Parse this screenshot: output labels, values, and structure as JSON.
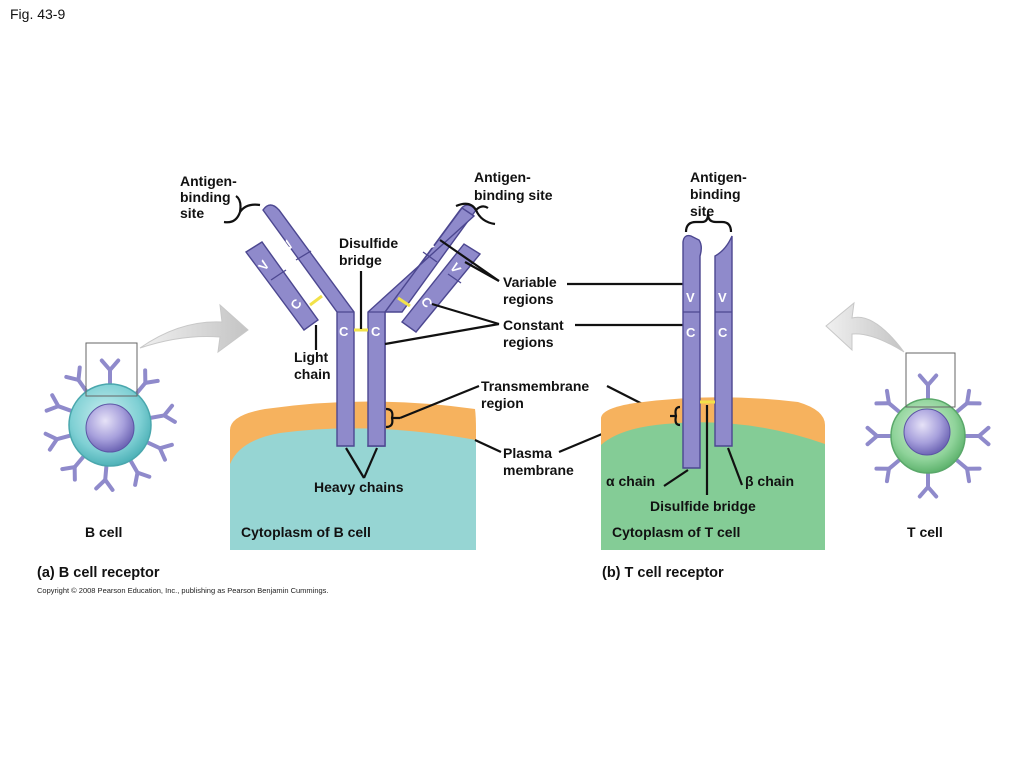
{
  "figure_label": "Fig. 43-9",
  "copyright": "Copyright © 2008 Pearson Education, Inc., publishing as Pearson Benjamin Cummings.",
  "colors": {
    "chain": "#8f8acb",
    "chain_outline": "#4c4790",
    "membrane": "#f6b25e",
    "b_cytoplasm": "#96d5d3",
    "t_cytoplasm": "#84cc96",
    "disulfide": "#f2e24a",
    "arrow": "#d0d0d0"
  },
  "panel_a": {
    "caption": "(a) B cell receptor",
    "cell_label": "B cell",
    "cytoplasm_label": "Cytoplasm of B cell",
    "antigen_site_left": [
      "Antigen-",
      "binding",
      "site"
    ],
    "antigen_site_right": [
      "Antigen-",
      "binding site"
    ],
    "disulfide_label": [
      "Disulfide",
      "bridge"
    ],
    "light_chain_label": [
      "Light",
      "chain"
    ],
    "heavy_chains_label": "Heavy chains",
    "seg_v": "V",
    "seg_c": "C"
  },
  "shared": {
    "variable_regions": [
      "Variable",
      "regions"
    ],
    "constant_regions": [
      "Constant",
      "regions"
    ],
    "transmembrane_region": [
      "Transmembrane",
      "region"
    ],
    "plasma_membrane": [
      "Plasma",
      "membrane"
    ]
  },
  "panel_b": {
    "caption": "(b) T cell receptor",
    "cell_label": "T cell",
    "cytoplasm_label": "Cytoplasm of T cell",
    "antigen_site": [
      "Antigen-",
      "binding",
      "site"
    ],
    "alpha_chain": "α chain",
    "beta_chain": "β chain",
    "disulfide_label": "Disulfide bridge",
    "seg_v": "V",
    "seg_c": "C"
  }
}
